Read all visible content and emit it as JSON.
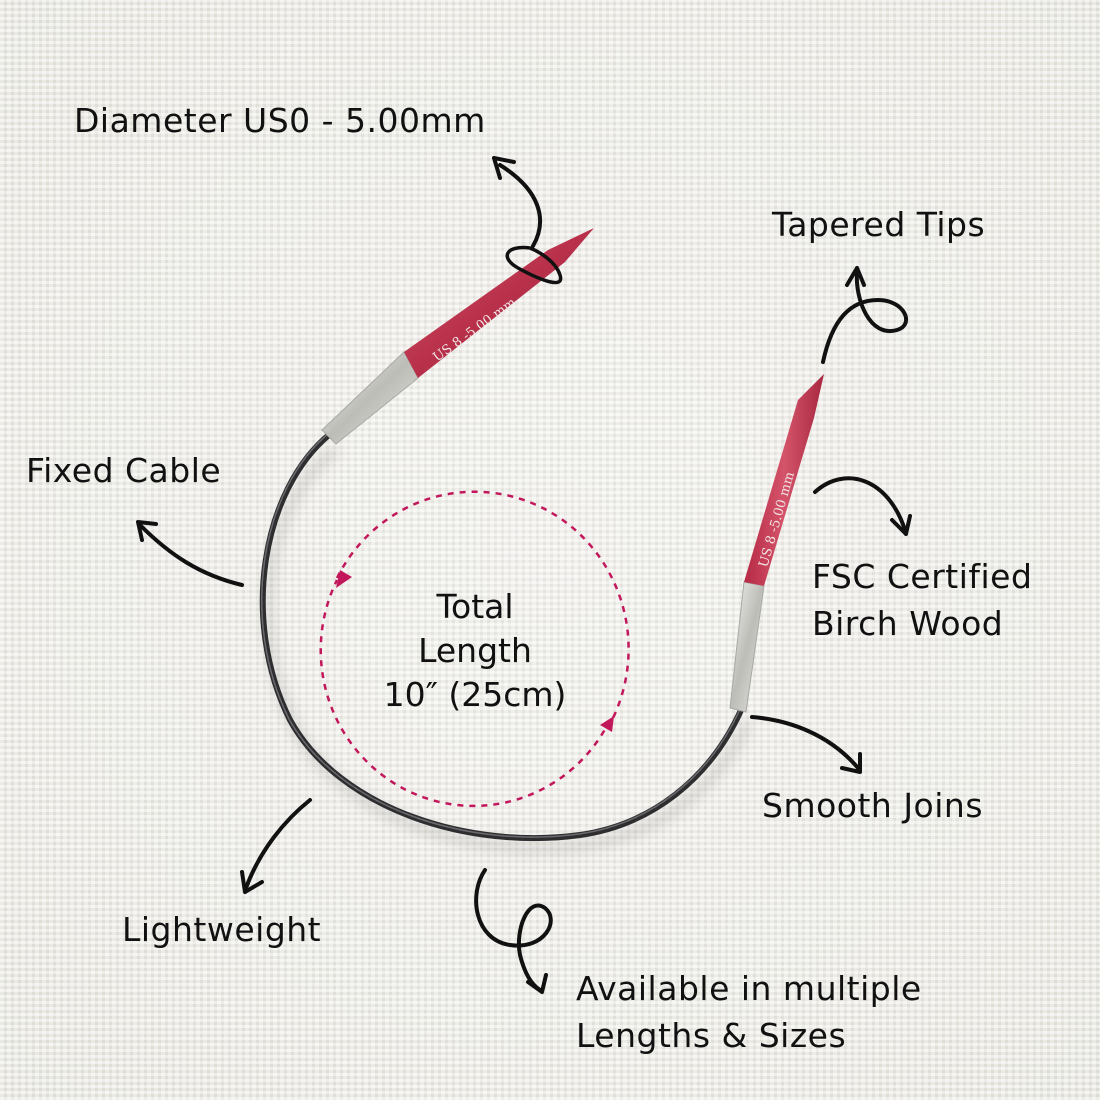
{
  "labels": {
    "diameter": "Diameter US0 - 5.00mm",
    "tapered_tips": "Tapered Tips",
    "fixed_cable": "Fixed Cable",
    "fsc": [
      "FSC Certified",
      "Birch Wood"
    ],
    "smooth_joins": "Smooth Joins",
    "lightweight": "Lightweight",
    "available": [
      "Available in multiple",
      "Lengths & Sizes"
    ],
    "total_length": [
      "Total",
      "Length",
      "10″ (25cm)"
    ]
  },
  "needles": {
    "left_tip_marking": "US 8 -5.00 mm",
    "right_tip_marking": "US 8 -5.00 mm"
  },
  "colors": {
    "background": "#ecebe4",
    "text": "#111111",
    "needle_wood": "#c0394f",
    "cable": "#2e2e30",
    "joint_metal": "#d6d6d3",
    "dashed_circle": "#c2185b"
  }
}
